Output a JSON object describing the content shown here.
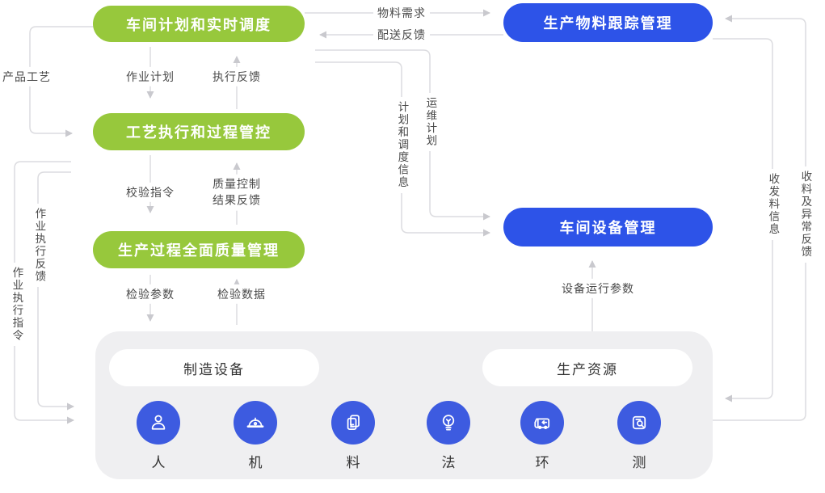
{
  "diagram_title": "MES workshop flow diagram",
  "colors": {
    "node_green": "#97C83C",
    "node_blue": "#2D53E8",
    "icon_circle_blue": "#3D5BE0",
    "container_gray": "#EFEFF1",
    "wire_gray": "#DCDCE0",
    "label_text": "#4A4A4A"
  },
  "nodes": {
    "plan": "车间计划和实时调度",
    "process": "工艺执行和过程管控",
    "quality": "生产过程全面质量管理",
    "material": "生产物料跟踪管理",
    "equipment": "车间设备管理"
  },
  "flows": {
    "material_demand": "物料需求",
    "delivery_feedback": "配送反馈",
    "product_process": "产品工艺",
    "job_plan": "作业计划",
    "execution_feedback": "执行反馈",
    "check_command": "校验指令",
    "quality_feedback_line1": "质量控制",
    "quality_feedback_line2": "结果反馈",
    "inspection_params": "检验参数",
    "inspection_data": "检验数据",
    "plan_schedule_info": "计划和调度信息",
    "ops_plan": "运维计划",
    "device_run_params": "设备运行参数",
    "job_exec_feedback": "作业执行反馈",
    "job_exec_command": "作业执行指令",
    "material_io_info": "收发料信息",
    "receive_exception_feedback": "收料及异常反馈"
  },
  "container": {
    "manufacturing_equipment": "制造设备",
    "production_resources": "生产资源",
    "elements": [
      {
        "icon": "person-icon",
        "label": "人"
      },
      {
        "icon": "helmet-icon",
        "label": "机"
      },
      {
        "icon": "documents-icon",
        "label": "料"
      },
      {
        "icon": "bulb-icon",
        "label": "法"
      },
      {
        "icon": "truck-icon",
        "label": "环"
      },
      {
        "icon": "doc-search-icon",
        "label": "测"
      }
    ]
  }
}
